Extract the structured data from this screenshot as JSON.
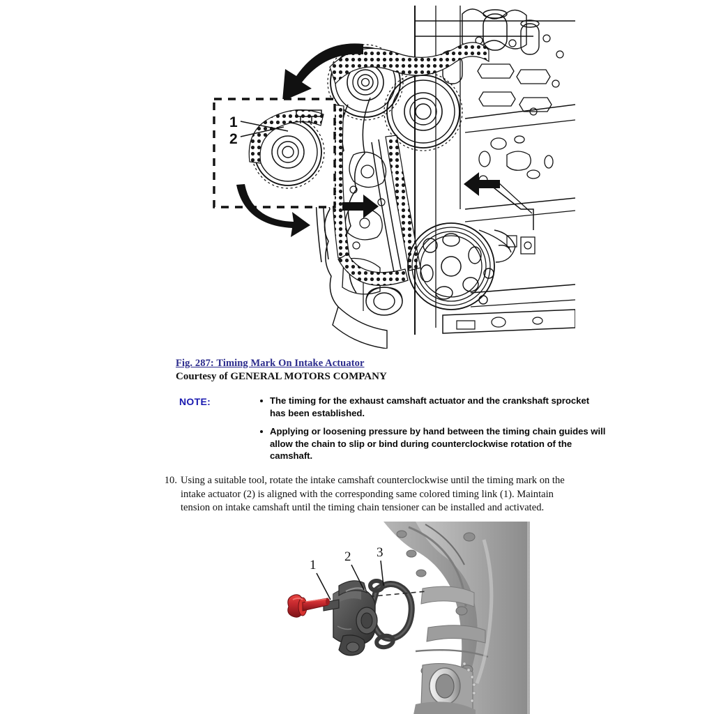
{
  "figure_287": {
    "caption_link": "Fig. 287: Timing Mark On Intake Actuator",
    "courtesy": "Courtesy of GENERAL MOTORS COMPANY",
    "link_color": "#2a2a8c",
    "callouts": [
      {
        "id": "1",
        "label": "1"
      },
      {
        "id": "2",
        "label": "2"
      }
    ],
    "alt": "Line drawing of engine front showing timing chain, camshaft actuators and crankshaft pulley, with a dashed detail box enlarging the intake actuator timing mark and a curved rotation arrow"
  },
  "note": {
    "label": "NOTE:",
    "label_color": "#1a1ab0",
    "bullets": [
      "The timing for the exhaust camshaft actuator and the crankshaft sprocket has been established.",
      "Applying or loosening pressure by hand between the timing chain guides will allow the chain to slip or bind during counterclockwise rotation of the camshaft."
    ]
  },
  "step": {
    "number": "10.",
    "text": "Using a suitable tool, rotate the intake camshaft counterclockwise until the timing mark on the intake actuator (2) is aligned with the corresponding same colored timing link (1). Maintain tension on intake camshaft until the timing chain tensioner can be installed and activated."
  },
  "figure_lower": {
    "callouts": [
      {
        "id": "1",
        "label": "1"
      },
      {
        "id": "2",
        "label": "2"
      },
      {
        "id": "3",
        "label": "3"
      }
    ],
    "bolt_color": "#c1272d",
    "sensor_color": "#4a4a4a",
    "housing_color": "#9b9b9b",
    "alt": "Grayscale exploded rendering of camshaft position sensor showing red mounting bolt (1), sensor body (2) and seal/gasket (3) against the engine front cover"
  }
}
